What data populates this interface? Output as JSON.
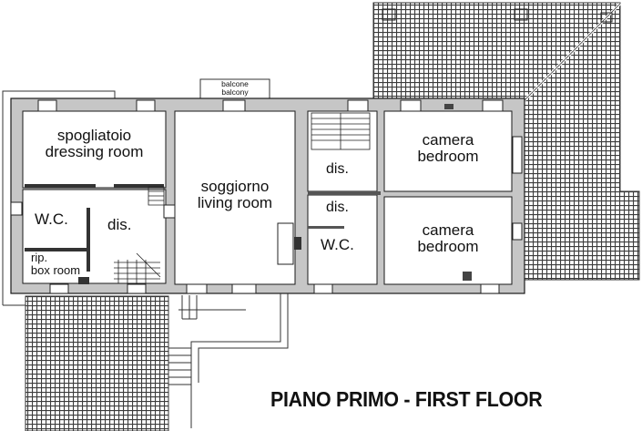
{
  "plan": {
    "title": "PIANO PRIMO - FIRST FLOOR",
    "colors": {
      "wall": "#c6c6c6",
      "wall_outline": "#1a1a1a",
      "roof_tile": "#444444",
      "background": "#ffffff",
      "text": "#111111"
    },
    "rooms": [
      {
        "id": "dressing",
        "it": "spogliatoio",
        "en": "dressing room"
      },
      {
        "id": "wc-left",
        "label": "W.C."
      },
      {
        "id": "dis-left",
        "label": "dis."
      },
      {
        "id": "box-room",
        "it": "rip.",
        "en": "box room"
      },
      {
        "id": "living",
        "it": "soggiorno",
        "en": "living room"
      },
      {
        "id": "balcony",
        "it": "balcone",
        "en": "balcony"
      },
      {
        "id": "dis-upper",
        "label": "dis."
      },
      {
        "id": "dis-lower",
        "label": "dis."
      },
      {
        "id": "wc-right",
        "label": "W.C."
      },
      {
        "id": "bedroom-upper",
        "it": "camera",
        "en": "bedroom"
      },
      {
        "id": "bedroom-lower",
        "it": "camera",
        "en": "bedroom"
      }
    ]
  }
}
